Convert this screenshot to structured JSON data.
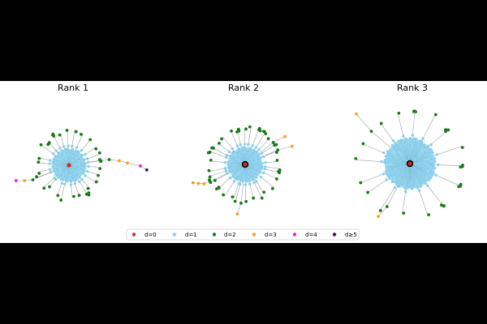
{
  "panels": [
    {
      "title": "Rank 1",
      "hub_rings": 2,
      "spokes": 26,
      "fanout": 0.85,
      "seed": 11
    },
    {
      "title": "Rank 2",
      "hub_rings": 3,
      "spokes": 30,
      "fanout": 1.0,
      "seed": 23
    },
    {
      "title": "Rank 3",
      "hub_rings": 6,
      "spokes": 16,
      "fanout": 1.0,
      "seed": 37
    }
  ],
  "legend": [
    {
      "label": "d=0",
      "color": "#d62728"
    },
    {
      "label": "d=1",
      "color": "#87ceeb"
    },
    {
      "label": "d=2",
      "color": "#1a7a1a"
    },
    {
      "label": "d=3",
      "color": "#ff9f1a"
    },
    {
      "label": "d=4",
      "color": "#e020e0"
    },
    {
      "label": "d≥5",
      "color": "#4b0a4b"
    }
  ],
  "colors": {
    "background": "#000000",
    "panel": "#ffffff",
    "edge": "#9aa0a6",
    "hub_edge": "#333333"
  }
}
